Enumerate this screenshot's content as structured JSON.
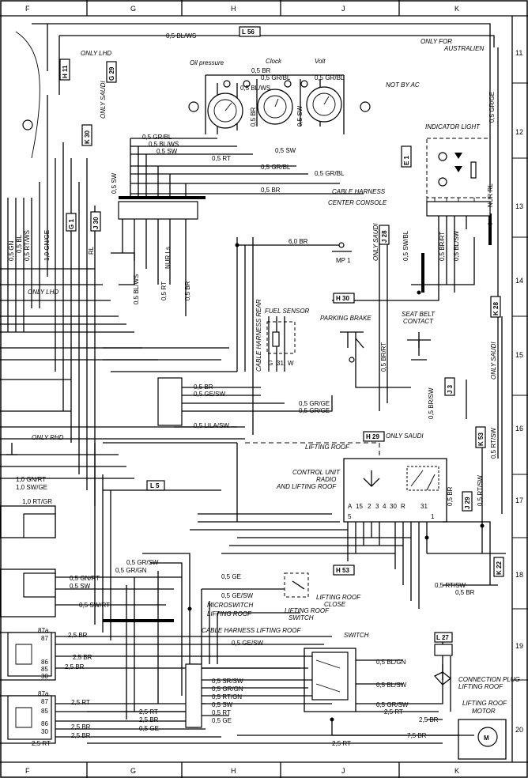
{
  "grid": {
    "cols": [
      "F",
      "G",
      "H",
      "J",
      "K"
    ],
    "rows": [
      "11",
      "12",
      "13",
      "14",
      "15",
      "16",
      "17",
      "18",
      "19",
      "20"
    ]
  },
  "components": {
    "oil_pressure": "Oil pressure",
    "clock": "Clock",
    "volt": "Volt",
    "not_by_ac": "NOT BY AC",
    "indicator_light": "INDICATOR LIGHT",
    "cable_harness": "CABLE HARNESS",
    "center_console": "CENTER CONSOLE",
    "fuel_sensor": "FUEL SENSOR",
    "parking_brake": "PARKING BRAKE",
    "seat_belt_contact_1": "SEAT BELT",
    "seat_belt_contact_2": "CONTACT",
    "cable_harness_rear": "CABLE HARNESS REAR",
    "lifting_roof": "LIFTING ROOF",
    "control_unit_1": "CONTROL UNIT",
    "control_unit_2": "RADIO",
    "control_unit_3": "AND LIFTING ROOF",
    "microswitch": "MICROSWITCH",
    "lifting_roof_2": "LIFTING ROOF",
    "lifting_roof_close_1": "LIFTING ROOF",
    "lifting_roof_close_2": "CLOSE",
    "lifting_roof_switch_1": "LIFTING ROOF",
    "lifting_roof_switch_2": "SWITCH",
    "cable_harness_lifting_roof": "CABLE HARNESS LIFTING ROOF",
    "switch": "SWITCH",
    "connection_plug_1": "CONNECTION PLUG",
    "connection_plug_2": "LIFTING ROOF",
    "motor_1": "LIFTING ROOF",
    "motor_2": "MOTOR",
    "only_for_australien_1": "ONLY FOR",
    "only_for_australien_2": "AUSTRALIEN",
    "only_lhd": "ONLY LHD",
    "only_lhd_2": "ONLY LHD",
    "only_rhd": "ONLY RHD",
    "only_saudi": "ONLY SAUDI",
    "only_saudi_top": "ONLY SAUDI",
    "only_saudi_v1": "ONLY SAUDI",
    "only_saudi_v2": "ONLY SAUDI",
    "mp1": "MP 1",
    "nur_rl": "NUR RL",
    "nur_ls": "NUR Ls",
    "rl": "RL"
  },
  "refs": {
    "l56": "L 56",
    "h11": "H 11",
    "g29": "G 29",
    "k30": "K 30",
    "g1": "G 1",
    "j30": "J 30",
    "j28": "J 28",
    "h30": "H 30",
    "k28": "K 28",
    "j3": "J 3",
    "h29": "H 29",
    "k53": "K 53",
    "l5": "L 5",
    "j29": "J 29",
    "h53": "H 53",
    "k22": "K 22",
    "l27": "L 27",
    "e1": "E 1"
  },
  "wires": {
    "w_05blws_top": "0,5 BL/WS",
    "w_05grge": "0,5 GR/GE",
    "w_05br_op": "0,5 BR",
    "w_05grbl_1": "0,5 GR/BL",
    "w_05grbl_2": "0,5 GR/BL",
    "w_05blws": "0,5 BL/WS",
    "w_05br_v1": "0,5 BR",
    "w_05sw_v1": "0,5 SW",
    "w_05grbl_3": "0,5 GR/BL",
    "w_05blws_3": "0,5 BL/WS",
    "w_05sw_a": "0,5 SW",
    "w_05sw_b": "0,5 SW",
    "w_05rt": "0,5 RT",
    "w_05grbl_4": "0,5 GR/BL",
    "w_05grbl_5": "0,5 GR/BL",
    "w_05br_c": "0,5 BR",
    "w_05sw_left": "0,5 SW",
    "w_10gnge": "1,0 GN/GE",
    "w_05gn": "0,5 GN",
    "w_05bl": "0,5 BL",
    "w_05rtws": "0,5 RT/WS",
    "w_05blws_b": "0,5 BL/WS",
    "w_05rt_b": "0,5 RT",
    "w_05br_d": "0,5 BR",
    "w_60br": "6,0 BR",
    "w_05swbl": "0,5 SW/BL",
    "w_05brrt": "0,5 BR/RT",
    "w_05blsw": "0,5 BL/SW",
    "w_05br_e": "0,5 BR",
    "w_05gesw": "0,5 GE/SW",
    "w_05grge_b": "0,5 GR/GE",
    "w_05grge_c": "0,5 GR/GE",
    "w_05lilasw": "0,5 LILA/SW",
    "w_05brrt_b": "0,5 BR/RT",
    "w_05brsw": "0,5 BR/SW",
    "w_10gnrt": "1,0 GN/RT",
    "w_10swge": "1,0 SW/GE",
    "w_10rtgr": "1,0 RT/GR",
    "w_05rtsw_a": "0,5 RT/SW",
    "w_05br_f": "0,5 BR",
    "w_05rtsw_b": "0,5 RT/SW",
    "w_05grsw": "0,5 GR/SW",
    "w_05gagn": "0,5 GR/GN",
    "w_05gnrt": "0,5 GN/RT",
    "w_05ssw": "0,5 SW",
    "w_05swrt": "0,5 SW/RT",
    "w_05ge": "0,5 GE",
    "w_05gesw_b": "0,5 GE/SW",
    "w_05gesw_c": "0,5 GE/SW",
    "w_05rtsw_c": "0,5 RT/SW",
    "w_05br_g": "0,5 BR",
    "w_05blgn": "0,5 BL/GN",
    "w_05blsw_b": "0,5 BL/SW",
    "w_05grsw_b": "0,5 GR/SW",
    "w_25rt_a": "2,5 RT",
    "w_25br_a": "2,5 BR",
    "w_25br_b": "2,5 BR",
    "w_25br_c": "2,5 BR",
    "w_25br_d": "2,5 BR",
    "w_25rt_b": "2,5 RT",
    "w_25br_e": "2,5 BR",
    "w_25rt_c": "2,5 RT",
    "w_25rt_d": "2,5 RT",
    "w_25br_f": "2,5 BR",
    "w_25br_g": "2,5 BR",
    "w_25rt_e": "2,5 RT",
    "w_75br": "7,5 BR",
    "w_05srsw": "0,5 SR/SW",
    "w_05sgrgn": "0,5 GR/GN",
    "w_05srtgn": "0,5 RT/GN",
    "w_05ssw_b": "0,5 SW",
    "w_05srt": "0,5 RT",
    "w_05sge": "0,5 GE",
    "w_05ge_d": "0,5 GE"
  },
  "terminals": {
    "t_87a_1": "87a",
    "t_87_1": "87",
    "t_86_1": "86",
    "t_85_1": "85",
    "t_30_1": "30",
    "t_87a_2": "87a",
    "t_87_2": "87",
    "t_85_2": "85",
    "t_86_2": "86",
    "t_30_2": "30",
    "cu_a": "A",
    "cu_15": "15",
    "cu_2": "2",
    "cu_3": "3",
    "cu_4": "4",
    "cu_30": "30",
    "cu_r": "R",
    "cu_31": "31",
    "cu_5": "5",
    "cu_1": "1"
  }
}
